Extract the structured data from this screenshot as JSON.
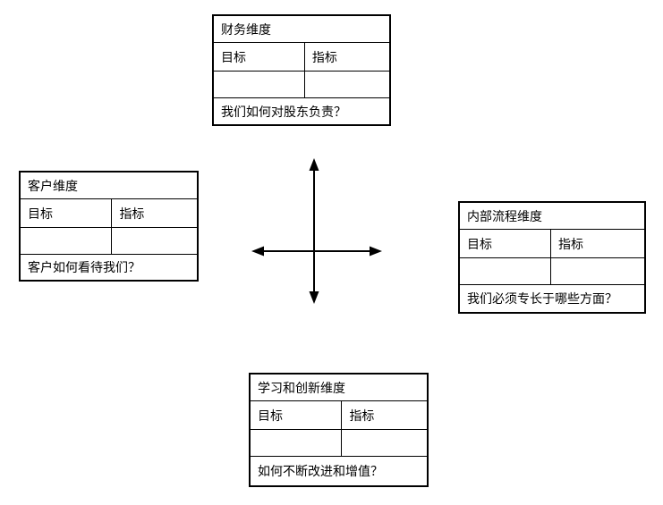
{
  "diagram_title": "Balanced Scorecard quadrant diagram",
  "colors": {
    "background": "#ffffff",
    "border": "#000000",
    "arrow": "#000000",
    "text": "#000000"
  },
  "tables": [
    {
      "id": "financial",
      "title": "财务维度",
      "headers": [
        "目标",
        "指标"
      ],
      "question": "我们如何对股东负责？"
    },
    {
      "id": "customer",
      "title": "客户维度",
      "headers": [
        "目标",
        "指标"
      ],
      "question": "客户如何看待我们？"
    },
    {
      "id": "internal-process",
      "title": "内部流程维度",
      "headers": [
        "目标",
        "指标"
      ],
      "question": "我们必须专长于哪些方面？"
    },
    {
      "id": "learning-innovation",
      "title": "学习和创新维度",
      "headers": [
        "目标",
        "指标"
      ],
      "question": "如何不断改进和增值？"
    }
  ]
}
